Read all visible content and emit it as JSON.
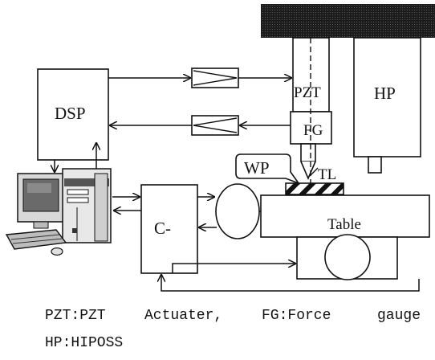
{
  "diagram": {
    "blocks": {
      "dsp": "DSP",
      "hp": "HP",
      "pzt": "PZT",
      "fg": "FG",
      "wp": "WP",
      "tl": "TL",
      "table": "Table",
      "controller": "C-"
    },
    "legend": {
      "pzt": "PZT:PZT",
      "actuator": "Actuater,",
      "fg": "FG:Force",
      "gauge": "gauge",
      "hp": "HP:HIPOSS"
    }
  }
}
